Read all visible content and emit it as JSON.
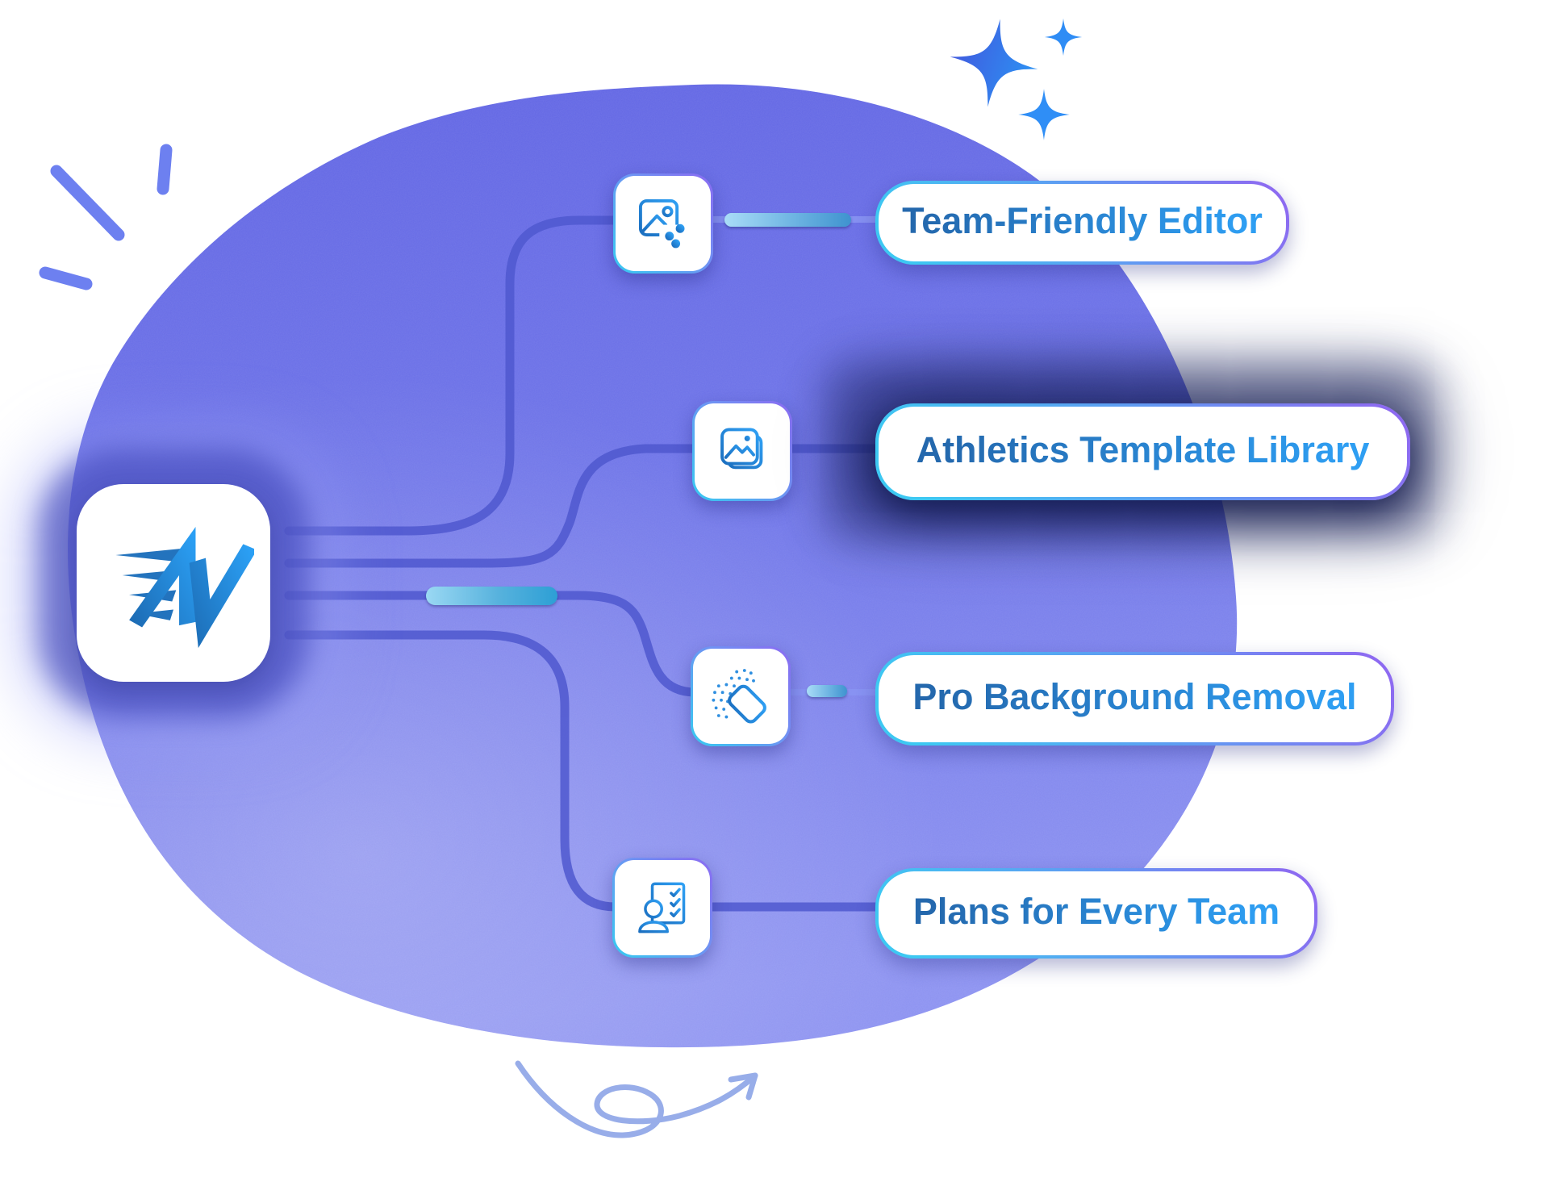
{
  "logo": {
    "monogram": "AV",
    "style": "speed-lines monogram"
  },
  "features": [
    {
      "label": "Team-Friendly Editor",
      "icon": "image-adjust-sliders-icon",
      "highlighted": false
    },
    {
      "label": "Athletics Template Library",
      "icon": "stacked-photos-icon",
      "highlighted": true
    },
    {
      "label": "Pro Background Removal",
      "icon": "eraser-dots-icon",
      "highlighted": false
    },
    {
      "label": "Plans for Every Team",
      "icon": "person-checklist-icon",
      "highlighted": false
    }
  ],
  "decorations": {
    "sparkles_count": 3,
    "burst_strokes_count": 3,
    "squiggle_arrow": "looping hand-drawn arrow pointing up-right"
  },
  "colors": {
    "blob_top": "#6064e5",
    "blob_mid": "#6e74ea",
    "blob_bottom": "#8e94f3",
    "connector_line": "#4f58cf",
    "pill_border_cyan": "#3dc8f2",
    "pill_border_purple": "#8d6af1",
    "label_text_dark": "#2468ad",
    "label_text_light": "#2e9ef2",
    "highlight_bar_light": "#9ad8f3",
    "highlight_bar_deep": "#2d9fd5",
    "sparkle_indigo": "#4355dd",
    "sparkle_blue": "#2e8cf5",
    "burst_stroke": "#6d80f0",
    "squiggle_stroke": "#92a9e8",
    "logo_blue_dark": "#1d6db6",
    "logo_blue_light": "#2ba0f5",
    "halo_dark": "#3c42b6"
  }
}
